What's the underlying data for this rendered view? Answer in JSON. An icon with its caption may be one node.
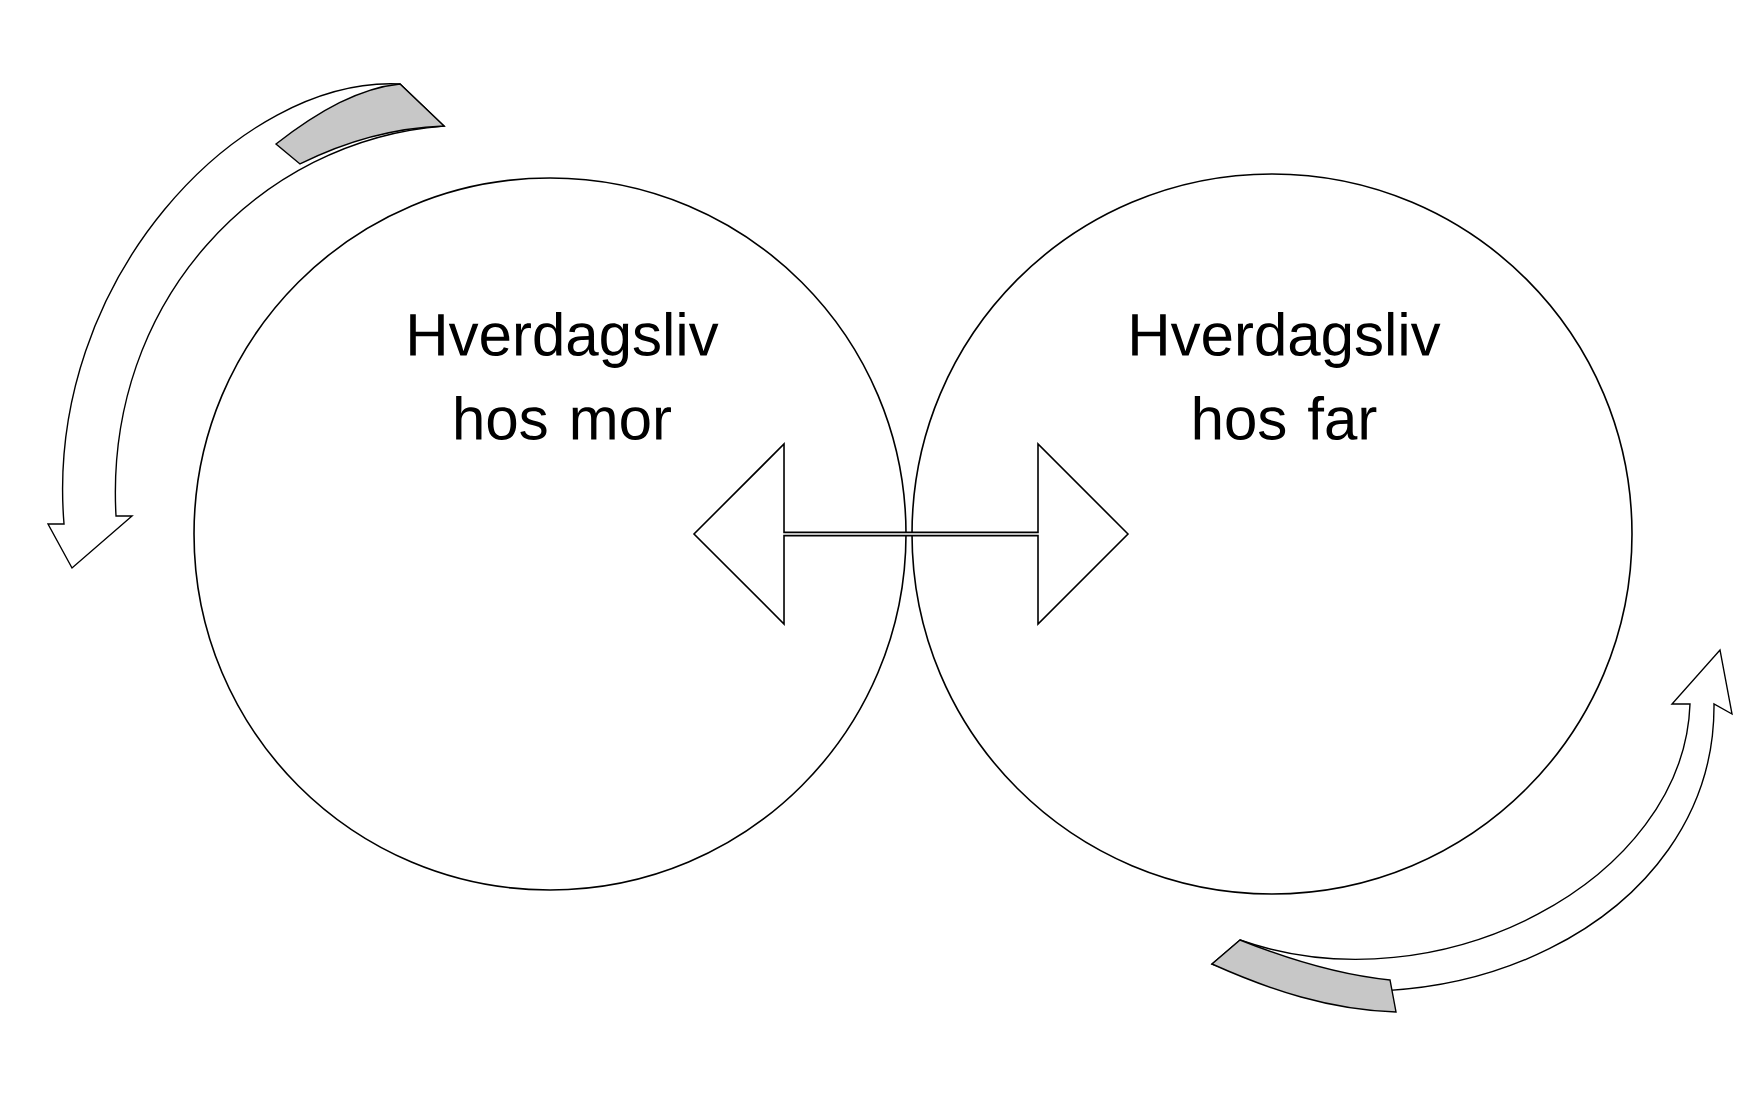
{
  "diagram": {
    "nodes": [
      {
        "text": [
          "Hverdagsliv hos mor"
        ]
      },
      {
        "text": [
          "Hverdagsliv hos far"
        ]
      }
    ],
    "edges": [
      {
        "from": 0,
        "to": 1,
        "arrow": "both"
      }
    ]
  }
}
